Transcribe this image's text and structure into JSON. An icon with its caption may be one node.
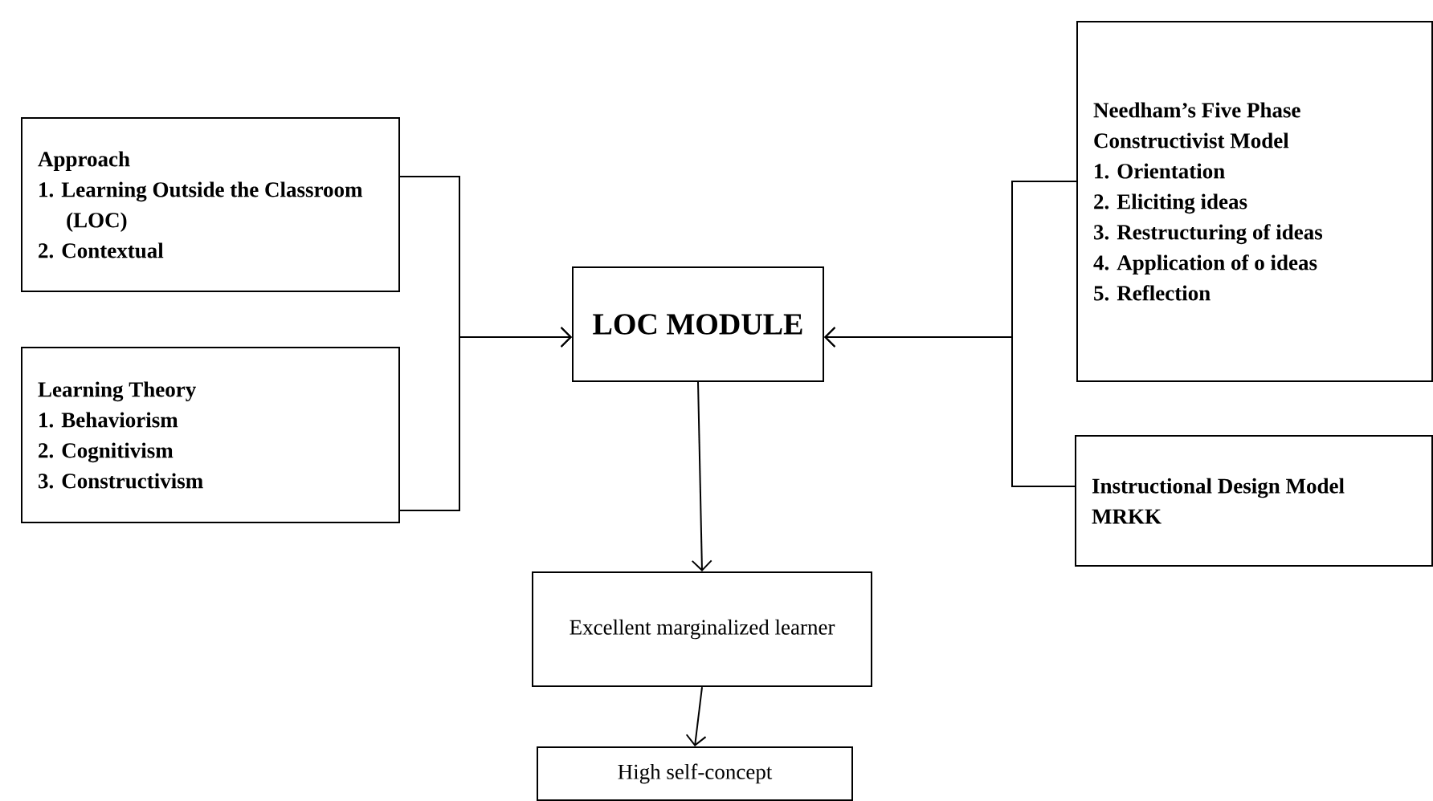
{
  "diagram": {
    "nodes": [
      {
        "text": [
          "Approach",
          "1. Learning Outside the Classroom (LOC)",
          "2. Contextual"
        ]
      },
      {
        "text": [
          "Learning Theory",
          "1. Behaviorism",
          "2. Cognitivism",
          "3. Constructivism"
        ]
      },
      {
        "text": [
          "LOC MODULE"
        ]
      },
      {
        "text": [
          "Needham’s Five Phase Constructivist Model",
          "1. Orientation",
          "2. Eliciting ideas",
          "3. Restructuring of ideas",
          "4. Application of o ideas",
          "5. Reflection"
        ]
      },
      {
        "text": [
          "Instructional Design Model",
          "MRKK"
        ]
      },
      {
        "text": [
          "Excellent marginalized learner"
        ]
      },
      {
        "text": [
          "High self-concept"
        ]
      }
    ],
    "edges": [
      {
        "from": 0,
        "to": 2,
        "arrow": "to"
      },
      {
        "from": 1,
        "to": 2,
        "arrow": "to"
      },
      {
        "from": 3,
        "to": 2,
        "arrow": "to"
      },
      {
        "from": 4,
        "to": 2,
        "arrow": "to"
      },
      {
        "from": 2,
        "to": 5,
        "arrow": "to"
      },
      {
        "from": 5,
        "to": 6,
        "arrow": "to"
      }
    ]
  }
}
